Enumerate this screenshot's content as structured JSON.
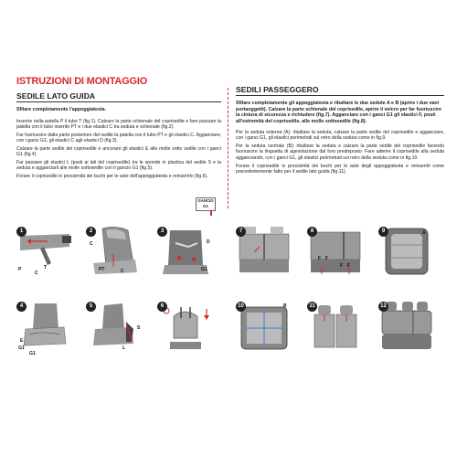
{
  "left": {
    "title": "ISTRUZIONI DI MONTAGGIO",
    "subtitle": "SEDILE LATO GUIDA",
    "intro": "Sfilare completamente l'appoggiatesta.",
    "paragraphs": [
      "Inserire nella patella P il tubo T (fig.1). Calzare la parte schienale del coprisedile e fare passare la patella con il tubo inserito PT e i due elastici C tra seduta e schienale (fig.2).",
      "Far fuoriuscire dalla parte posteriore del sedile la patella con il tubo PT e gli elastici C. Agganciare, con i ganci G1, gli elastici C agli elastici D (fig.3).",
      "Calzare la parte sedile del coprisedile e ancorare gli elastici E alle molle sotto sedile con i ganci G1 (fig.4).",
      "Far passare gli elastici L (posti ai lati del coprisedile) tra le sponde in plastica del sedile S e la seduta e agganciarli alle molle sottosedile con il gancio G1 (fig.5).",
      "Forare il coprisedile in prossimità dei buchi per le aste dell'appoggiatesta e reinserirlo (fig.6)."
    ],
    "gancio": [
      "GANCIO",
      "G1"
    ]
  },
  "right": {
    "subtitle": "SEDILI PASSEGGERO",
    "intro": "Sfilare completamente gli appoggiatesta e ribaltare le due sedute A e B (aprire i due vani portaoggetti). Calzare la parte schienale del coprisedile, aprire il velcro per far fuoriuscire la cintura di sicurezza e richiudere (fig.7). Agganciare con i ganci G1 gli elastici F, posti all'estremità del coprisedile, alle molle sottosedile (fig.8).",
    "paragraphs": [
      "Per la seduta esterna (A): ribaltare la seduta, calzare la parte sedile del coprisedile e agganciare, con i ganci G1, gli elastici perimetrali sul retro della seduta come in fig.9.",
      "Per la seduta centrale (B): ribaltare la seduta e calzare la parte sedile del coprisedile facendo fuoriuscire la linguetta di agevolazione dal foro predisposto. Fare aderire il coprisedile alla seduta agganciando, con i ganci G1, gli elastici perimetrali sul retro della seduta come in fig.10.",
      "Forare il coprisedile in prossimità dei buchi per le aste degli appoggiatesta e reinserirli come precedentemente fatto per il sedile lato guida (fig.11)."
    ]
  },
  "figures": [
    {
      "n": "1",
      "labels": [
        "P",
        "C",
        "T"
      ]
    },
    {
      "n": "2",
      "labels": [
        "C",
        "PT",
        "C"
      ]
    },
    {
      "n": "3",
      "labels": [
        "D",
        "G1"
      ]
    },
    {
      "n": "4",
      "labels": [
        "E",
        "G1",
        "G1"
      ]
    },
    {
      "n": "5",
      "labels": [
        "S",
        "L"
      ]
    },
    {
      "n": "6",
      "labels": []
    },
    {
      "n": "7",
      "labels": []
    },
    {
      "n": "8",
      "labels": [
        "F",
        "F",
        "F",
        "F"
      ]
    },
    {
      "n": "9",
      "labels": [
        "A"
      ]
    },
    {
      "n": "10",
      "labels": [
        "B"
      ]
    },
    {
      "n": "11",
      "labels": []
    },
    {
      "n": "12",
      "labels": []
    }
  ],
  "colors": {
    "accent": "#d8262b",
    "text": "#222222",
    "seat": "#8e8e8e",
    "seat_dark": "#555555"
  }
}
